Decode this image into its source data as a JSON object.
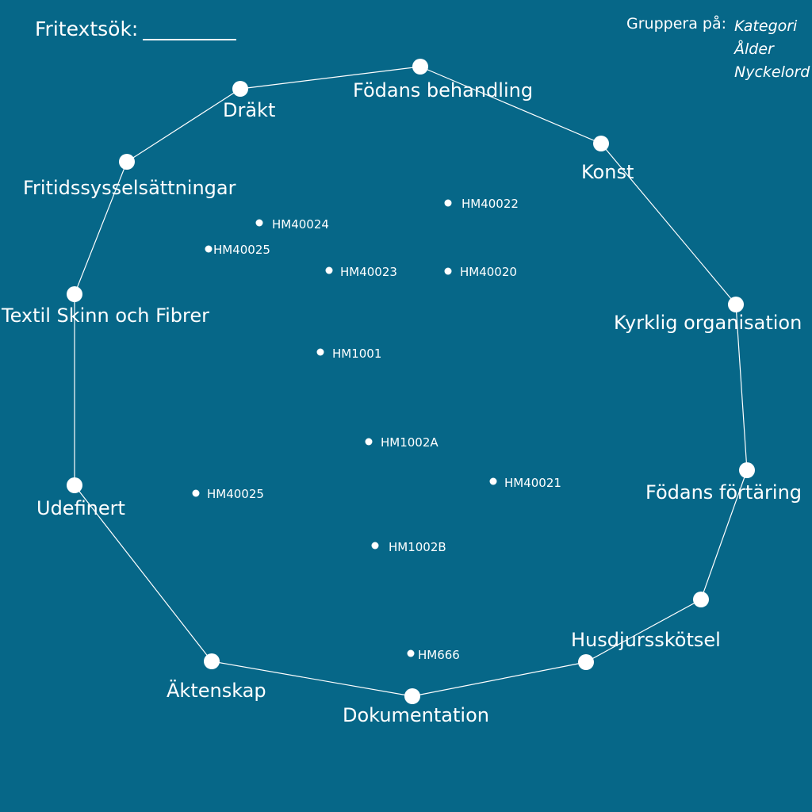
{
  "search": {
    "label": "Fritextsök:"
  },
  "grouping": {
    "label": "Gruppera på:",
    "options": [
      "Kategori",
      "Ålder",
      "Nyckelord"
    ]
  },
  "categories": [
    "Födans behandling",
    "Konst",
    "Kyrklig organisation",
    "Födans förtäring",
    "Husdjursskötsel",
    "Dokumentation",
    "Äktenskap",
    "Udefinert",
    "Textil Skinn och Fibrer",
    "Fritidssysselsättningar",
    "Dräkt"
  ],
  "items": [
    "HM40022",
    "HM40024",
    "HM40025",
    "HM40023",
    "HM40020",
    "HM1001",
    "HM1002A",
    "HM40021",
    "HM40025",
    "HM1002B",
    "HM666"
  ]
}
